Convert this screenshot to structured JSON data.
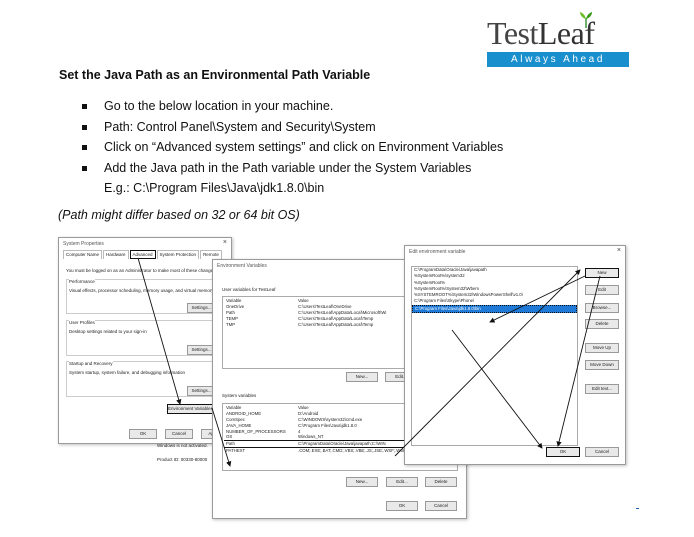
{
  "logo": {
    "part1": "Test",
    "part2": "Leaf",
    "tagline": "Always Ahead"
  },
  "title": "Set the Java Path as an Environmental Path Variable",
  "steps": [
    "Go to the below location in your machine.",
    "Path: Control Panel\\System and Security\\System",
    "Click on “Advanced system settings” and click on Environment Variables",
    "Add the Java path in the Path variable under the System Variables"
  ],
  "step_example": "E.g.: C:\\Program Files\\Java\\jdk1.8.0\\bin",
  "note": "(Path might differ based on 32 or 64 bit OS)",
  "sysprops": {
    "title": "System Properties",
    "tabs": [
      "Computer Name",
      "Hardware",
      "Advanced",
      "System Protection",
      "Remote"
    ],
    "intro": "You must be logged on as an Administrator to make most of these changes.",
    "perf_label": "Performance",
    "perf_text": "Visual effects, processor scheduling, memory usage, and virtual memory",
    "profiles_label": "User Profiles",
    "profiles_text": "Desktop settings related to your sign-in",
    "startup_label": "Startup and Recovery",
    "startup_text": "System startup, system failure, and debugging information",
    "settings": "Settings...",
    "env_button": "Environment Variables...",
    "ok": "OK",
    "cancel": "Cancel",
    "apply": "Apply",
    "bg_status": "Windows is not activated.",
    "bg_product": "Product ID: 00330-80000"
  },
  "envvars": {
    "title": "Environment Variables",
    "user_label": "User variables for TestLeaf",
    "col_var": "Variable",
    "col_val": "Value",
    "user_rows": [
      [
        "OneDrive",
        "C:\\Users\\TestLeaf\\OneDrive"
      ],
      [
        "Path",
        "C:\\Users\\TestLeaf\\AppData\\Local\\Microsoft\\Wi"
      ],
      [
        "TEMP",
        "C:\\Users\\TestLeaf\\AppData\\Local\\Temp"
      ],
      [
        "TMP",
        "C:\\Users\\TestLeaf\\AppData\\Local\\Temp"
      ]
    ],
    "sys_label": "System variables",
    "sys_rows": [
      [
        "ANDROID_HOME",
        "D:\\Android"
      ],
      [
        "ComSpec",
        "C:\\WINDOWS\\system32\\cmd.exe"
      ],
      [
        "JAVA_HOME",
        "C:\\Program Files\\Java\\jdk1.8.0"
      ],
      [
        "NUMBER_OF_PROCESSORS",
        "4"
      ],
      [
        "OS",
        "Windows_NT"
      ],
      [
        "Path",
        "C:\\ProgramData\\Oracle\\Java\\javapath;C:\\WIN"
      ],
      [
        "PATHEXT",
        ".COM;.EXE;.BAT;.CMD;.VBS;.VBE;.JS;.JSE;.WSF;.WSH;.MSC"
      ]
    ],
    "new": "New...",
    "edit": "Edit...",
    "delete": "Delete",
    "ok": "OK",
    "cancel": "Cancel"
  },
  "editenv": {
    "title": "Edit environment variable",
    "items": [
      "C:\\ProgramData\\Oracle\\Java\\javapath",
      "%SystemRoot%\\system32",
      "%SystemRoot%",
      "%SystemRoot%\\System32\\Wbem",
      "%SYSTEMROOT%\\System32\\WindowsPowerShell\\v1.0\\",
      "C:\\Program Files\\Skype\\Phone\\",
      "C:\\Program Files\\Java\\jdk1.8.0\\bin"
    ],
    "buttons": [
      "New",
      "Edit",
      "Browse...",
      "Delete",
      "Move Up",
      "Move Down",
      "Edit text..."
    ],
    "ok": "OK",
    "cancel": "Cancel"
  }
}
